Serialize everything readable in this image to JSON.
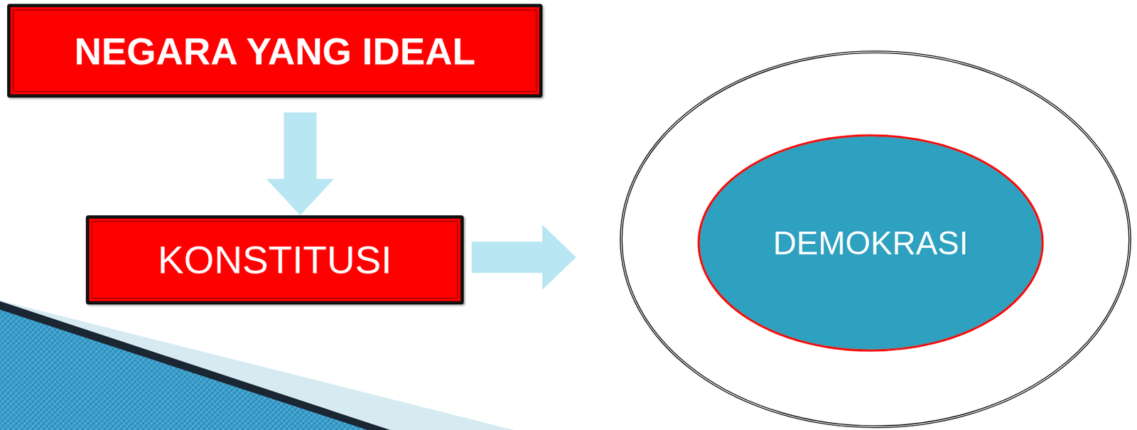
{
  "diagram": {
    "nodes": [
      {
        "text": [
          "NEGARA YANG IDEAL"
        ]
      },
      {
        "text": [
          "KONSTITUSI"
        ]
      },
      {
        "text": []
      },
      {
        "text": [
          "DEMOKRASI"
        ],
        "in": 2
      }
    ],
    "edges": [
      {
        "from": 0,
        "to": 1,
        "arrow": "to"
      },
      {
        "from": 1,
        "to": 2,
        "arrow": "to"
      }
    ]
  }
}
